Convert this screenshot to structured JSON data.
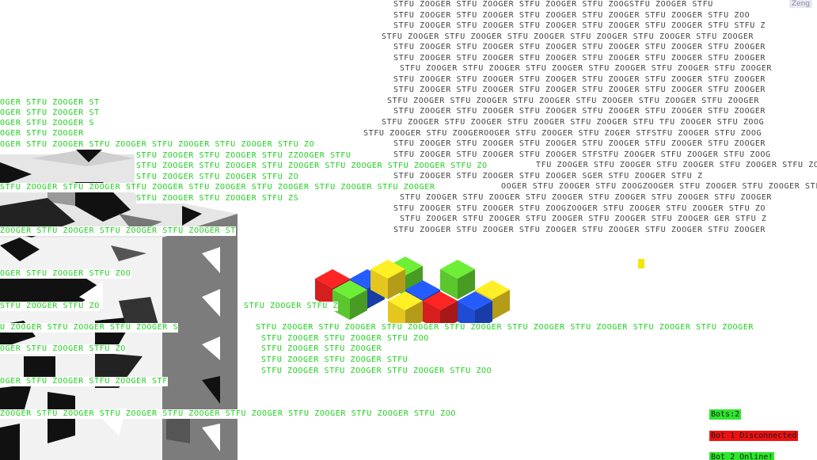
{
  "corner_label": "Zeng",
  "gray_text_lines": [
    "STFU ZOOGER STFU ZOOGER STFU ZOOGER STFU ZOOGSTFU ZOOGER STFU",
    "STFU ZOOGER STFU ZOOGER STFU ZOOGER STFU ZOOGER STFU ZOOGER STFU ZOO",
    "STFU ZOOGER STFU ZOOGER STFU ZOOGER STFU ZOOGER STFU ZOOGER STFU STFU Z",
    "STFU ZOOGER STFU ZOOGER STFU ZOOGER STFU ZOOGER STFU ZOOGER STFU ZOOGER",
    "STFU ZOOGER STFU ZOOGER STFU ZOOGER STFU ZOOGER STFU ZOOGER STFU ZOOGER",
    "STFU ZOOGER STFU ZOOGER STFU ZOOGER STFU ZOOGER STFU ZOOGER STFU ZOOGER",
    "STFU ZOOGER STFU ZOOGER STFU ZOOGER STFU ZOOGER STFU ZOOGER STFU ZOOGER",
    "STFU ZOOGER STFU ZOOGER STFU ZOOGER STFU ZOOGER STFU ZOOGER STFU ZOOGER",
    "STFU ZOOGER STFU ZOOGER STFU ZOOGER STFU ZOOGER STFU ZOOGER STFU ZOOGER",
    "STFU ZOOGER STFU ZOOGER STFU ZOOGER STFU ZOOGER STFU ZOOGER STFU ZOOGER",
    "STFU ZOOGER STFU ZOOGER STFU ZOOGER STFU ZOOGER STFU ZOOGER STFU ZOOGER",
    "STFU ZOOGER STFU ZOOGER STFU ZOOGER STFU ZOOGER STFU TFU ZOOGER STFU ZOOG",
    "STFU ZOOGER STFU ZOOGEROOGER STFU ZOOGER STFU ZOGER STFSTFU ZOOGER STFU ZOOG",
    "STFU ZOOGER STFU ZOOGER STFU ZOOGER STFU ZOOGER STFU ZOOGER STFU ZOOGER",
    "STFU ZOOGER STFU ZOOGER STFU ZOOGER STFSTFU ZOOGER STFU ZOOGER STFU ZOOG",
    "TFU ZOOGER STFU ZOOGER STFU ZOOGER STFU ZOOGER STFU ZOOGER STFU ZOOGER",
    "STFU ZOOGER STFU ZOOGER STFU ZOOGER SGER STFU ZOOGER STFU Z",
    "OOGER STFU ZOOGER STFU ZOOGZOOGER STFU ZOOGER STFU ZOOGER STFU Z",
    "STFU ZOOGER STFU ZOOGER STFU ZOOGER STFU ZOOGER STFU ZOOGER STFU ZOOGER",
    "STFU ZOOGER STFU ZOOGER STFU ZOOGZOOGER STFU ZOOGER STFU ZOOGER STFU ZO",
    "STFU ZOOGER STFU ZOOGER STFU ZOOGER STFU ZOOGER STFU ZOOGER GER STFU Z",
    "STFU ZOOGER STFU ZOOGER STFU ZOOGER STFU ZOOGER STFU ZOOGER STFU ZOOGER"
  ],
  "green_text_lines": [
    "OGER STFU ZOOGER ST",
    "OGER STFU ZOOGER ST",
    "OGER STFU ZOOGER S",
    "OGER STFU ZOOGER",
    "OGER STFU ZOOGER STFU ZOOGER STFU ZOOGER STFU ZOOGER STFU ZO",
    "STFU ZOOGER STFU ZOOGER STFU ZZOOGER STFU",
    "STFU ZOOGER STFU ZOOGER STFU ZOOGER STFU ZOOGER STFU ZOOGER STFU ZO",
    "STFU ZOOGER STFU ZOOGER STFU ZO",
    "STFU ZOOGER STFU ZOOGER STFU ZOOGER STFU ZOOGER STFU ZOOGER STFU ZOOGER STFU ZOOGER",
    "STFU ZOOGER STFU ZOOGER STFU ZS",
    "ZOOGER STFU ZOOGER STFU ZOOGER STFU ZOOGER ST",
    "OGER STFU ZOOGER STFU ZOO",
    "STFU ZOOGER STFU ZO",
    "STFU ZOOGER STFU Z",
    "U ZOOGER STFU ZOOGER STFU ZOOGER S",
    "STFU ZOOGER STFU ZOOGER STFU ZOOGER STFU ZOOGER STFU ZOOGER STFU ZOOGER STFU ZOOGER STFU ZOOGER",
    "STFU ZOOGER STFU ZOOGER STFU ZOO",
    "OGER STFU ZOOGER STFU ZO",
    "STFU ZOOGER STFU ZOOGER",
    "STFU ZOOGER STFU ZOOGER STFU",
    "STFU ZOOGER STFU ZOOGER STFU ZOOGER STFU ZOO",
    "OGER STFU ZOOGER STFU ZOOGER STF",
    "ZOOGER STFU ZOOGER STFU ZOOGER STFU ZOOGER STFU ZOOGER STFU ZOOGER STFU ZOOGER STFU ZOO"
  ],
  "status": {
    "bots_label": "Bots:2",
    "bot1_text": "Bot 1 Disconnected",
    "bot2_text": "Bot 2 Online!"
  },
  "colors": {
    "status_online": "#2ee62e",
    "status_disconnected": "#ee1111",
    "block_red": "#e02020",
    "block_blue": "#2050e0",
    "block_yellow": "#f0d020",
    "block_green": "#60d030"
  }
}
